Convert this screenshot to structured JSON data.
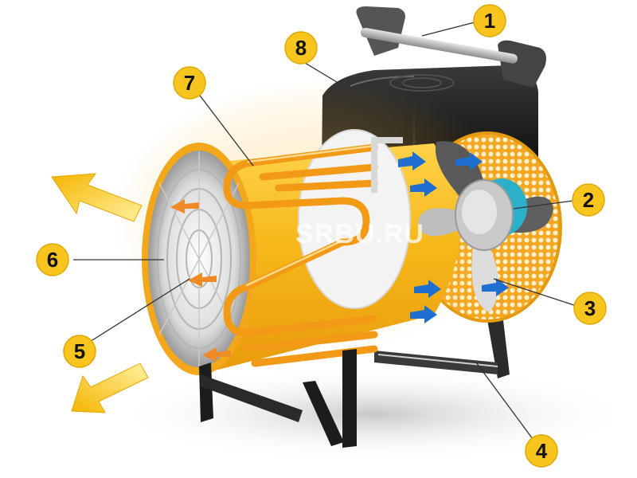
{
  "watermark": "SRBU.RU",
  "callouts": [
    {
      "number": "1",
      "part": "handle"
    },
    {
      "number": "2",
      "part": "fan-motor"
    },
    {
      "number": "3",
      "part": "fan-impeller"
    },
    {
      "number": "4",
      "part": "stand-frame"
    },
    {
      "number": "5",
      "part": "outlet-grille"
    },
    {
      "number": "6",
      "part": "housing"
    },
    {
      "number": "7",
      "part": "heating-element"
    },
    {
      "number": "8",
      "part": "control-box"
    }
  ],
  "colors": {
    "badge_fill": "#f7c51e",
    "badge_stroke": "#e0a800",
    "housing": "#f6b81a",
    "heating_element": "#f39a1c",
    "airflow_in_arrow": "#1f6fd1",
    "airflow_out_arrow": "#f08a24",
    "exhaust_arrow": "#f7c11f",
    "motor_accent": "#2ab1c9"
  }
}
